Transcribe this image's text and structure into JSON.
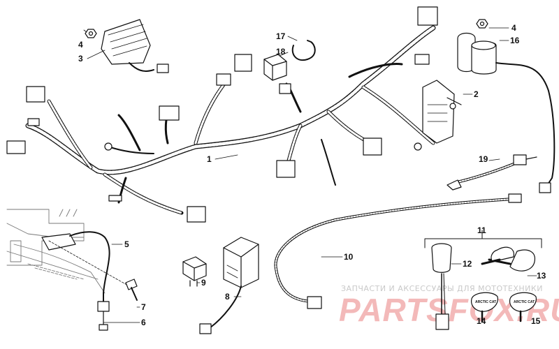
{
  "callouts": {
    "c1": "1",
    "c2": "2",
    "c3": "3",
    "c4a": "4",
    "c4b": "4",
    "c5": "5",
    "c6": "6",
    "c7": "7",
    "c8": "8",
    "c9": "9",
    "c10": "10",
    "c11": "11",
    "c12": "12",
    "c13": "13",
    "c14": "14",
    "c15": "15",
    "c16": "16",
    "c17": "17",
    "c18": "18",
    "c19": "19"
  },
  "watermark": {
    "tagline": "ЗАПЧАСТИ И АКСЕССУАРЫ ДЛЯ МОТОТЕХНИКИ",
    "logo": "PARTSFOX.RU"
  },
  "key_labels": {
    "key14": "ARCTIC CAT",
    "key15": "ARCTIC CAT"
  },
  "colors": {
    "line": "#111111",
    "watermark_red": "#f3b9b9",
    "watermark_gray": "#c9c9c9"
  }
}
